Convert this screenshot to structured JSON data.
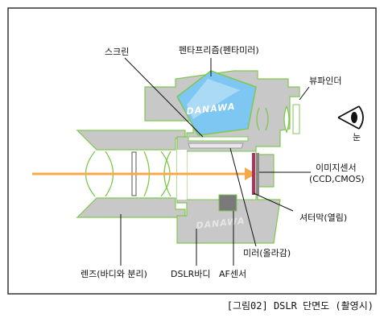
{
  "labels": {
    "screen": "스크린",
    "pentaprism": "펜타프리즘(펜타미러)",
    "viewfinder": "뷰파인더",
    "eye": "눈",
    "image_sensor_line1": "이미지센서",
    "image_sensor_line2": "(CCD,CMOS)",
    "shutter": "셔터막(열림)",
    "mirror": "미러(올라감)",
    "af_sensor": "AF센서",
    "body": "DSLR바디",
    "lens": "렌즈(바디와 분리)"
  },
  "watermarks": {
    "prism": "DANAWA",
    "body": "DANAWA"
  },
  "caption": "[그림02] DSLR 단면도 (촬영시)",
  "colors": {
    "frame_border": "#333333",
    "body_gray": "#c8c8c8",
    "outline_green": "#7ec850",
    "prism_blue": "#7ec7f2",
    "light_ray": "#f5a94a",
    "shutter": "#b03060",
    "sensor_gray": "#888888",
    "af_sensor": "#7a7a7a"
  }
}
